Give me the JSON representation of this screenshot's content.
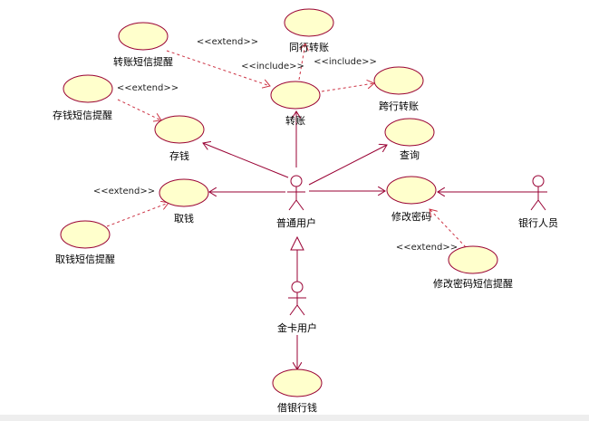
{
  "colors": {
    "ellipse_fill": "#ffffcc",
    "ellipse_stroke": "#990033",
    "line": "#990033",
    "dashed": "#cc3344",
    "text": "#000000",
    "stereotype_text": "#222222"
  },
  "use_cases": {
    "transfer_same_bank": "同行转账",
    "transfer_sms": "转账短信提醒",
    "transfer": "转账",
    "transfer_cross_bank": "跨行转账",
    "deposit_sms": "存钱短信提醒",
    "deposit": "存钱",
    "query": "查询",
    "withdraw": "取钱",
    "change_password": "修改密码",
    "withdraw_sms": "取钱短信提醒",
    "change_password_sms": "修改密码短信提醒",
    "loan": "借银行钱"
  },
  "actors": {
    "ordinary_user": "普通用户",
    "bank_staff": "银行人员",
    "gold_card_user": "金卡用户"
  },
  "stereotypes": {
    "extend": "<<extend>>",
    "include": "<<include>>"
  }
}
